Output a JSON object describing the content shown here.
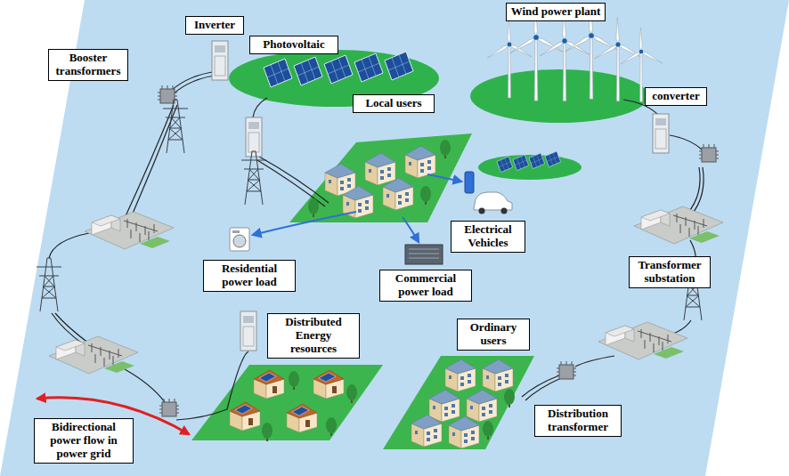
{
  "diagram": {
    "nodes": [
      {
        "text": [
          "Wind power plant"
        ]
      },
      {
        "text": [
          "Inverter"
        ]
      },
      {
        "text": [
          "Photovoltaic"
        ]
      },
      {
        "text": [
          "Booster transformers"
        ]
      },
      {
        "text": [
          "converter"
        ]
      },
      {
        "text": [
          "Local users"
        ]
      },
      {
        "text": [
          "Electrical Vehicles"
        ]
      },
      {
        "text": [
          "Residential power load"
        ]
      },
      {
        "text": [
          "Transformer substation"
        ]
      },
      {
        "text": [
          "Commercial power load"
        ]
      },
      {
        "text": [
          "Distributed Energy resources"
        ]
      },
      {
        "text": [
          "Ordinary users"
        ]
      },
      {
        "text": [
          "Distribution transformer"
        ]
      },
      {
        "text": [
          "Bidirectional power flow in power grid"
        ]
      }
    ]
  }
}
